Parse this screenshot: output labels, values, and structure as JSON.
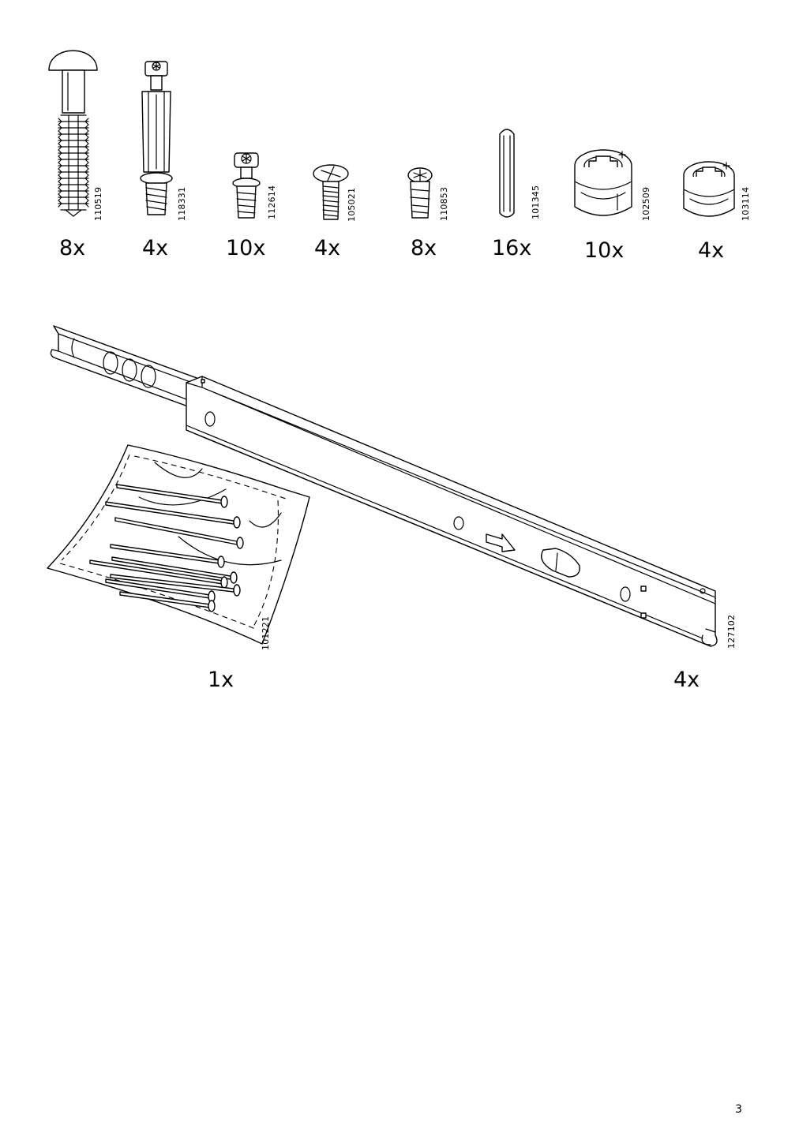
{
  "small_parts": [
    {
      "article_number": "110519",
      "quantity": "8x",
      "icon": "wooden-dowel-screw-icon"
    },
    {
      "article_number": "118331",
      "quantity": "4x",
      "icon": "cam-lock-bolt-icon"
    },
    {
      "article_number": "112614",
      "quantity": "10x",
      "icon": "cam-dowel-icon"
    },
    {
      "article_number": "105021",
      "quantity": "4x",
      "icon": "machine-screw-icon"
    },
    {
      "article_number": "110853",
      "quantity": "8x",
      "icon": "short-cam-dowel-icon"
    },
    {
      "article_number": "101345",
      "quantity": "16x",
      "icon": "wooden-dowel-icon"
    },
    {
      "article_number": "102509",
      "quantity": "10x",
      "icon": "cam-lock-nut-large-icon"
    },
    {
      "article_number": "103114",
      "quantity": "4x",
      "icon": "cam-lock-nut-small-icon"
    }
  ],
  "large_parts": [
    {
      "article_number": "101221",
      "quantity": "1x",
      "icon": "nail-bag-icon"
    },
    {
      "article_number": "127102",
      "quantity": "4x",
      "icon": "drawer-rail-icon"
    }
  ],
  "page_number": "3"
}
